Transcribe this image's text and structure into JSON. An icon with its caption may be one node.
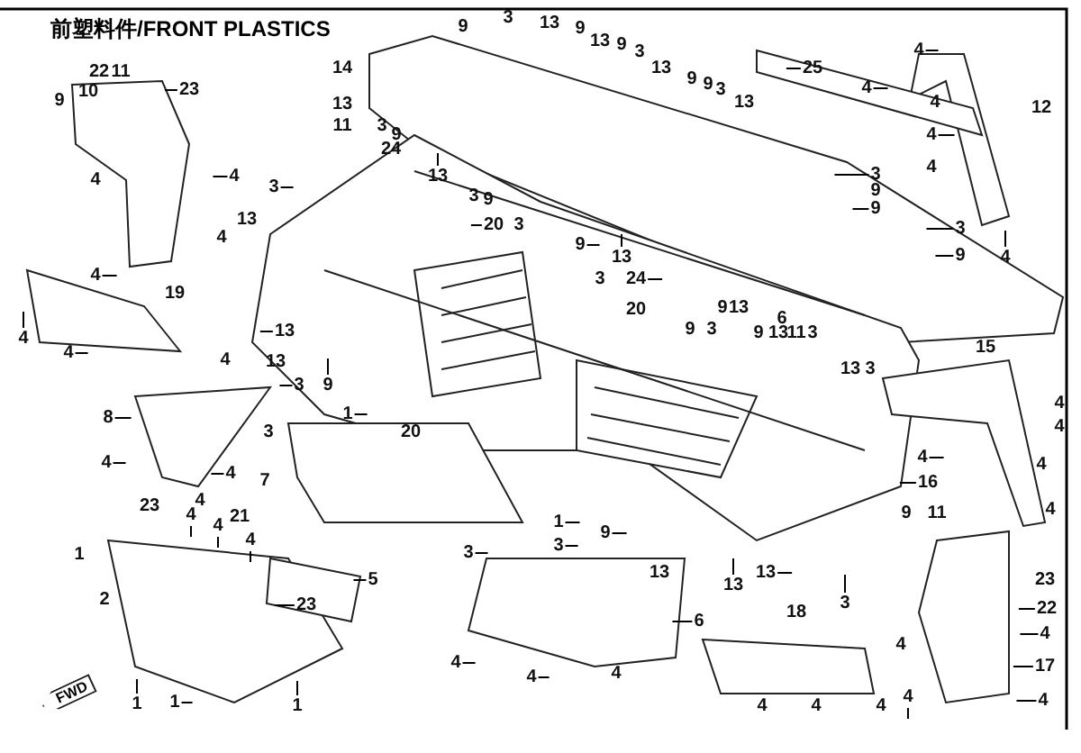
{
  "diagram": {
    "title": "前塑料件/FRONT PLASTICS",
    "nodes": [
      {
        "text": [
          "23"
        ]
      },
      {
        "text": [
          "4"
        ]
      },
      {
        "text": [
          "4"
        ]
      },
      {
        "text": [
          "4"
        ]
      },
      {
        "text": [
          "4"
        ]
      },
      {
        "text": [
          "3"
        ]
      },
      {
        "text": [
          "13"
        ]
      },
      {
        "text": [
          "13"
        ]
      },
      {
        "text": [
          "20"
        ]
      },
      {
        "text": [
          "9"
        ]
      },
      {
        "text": [
          "13"
        ]
      },
      {
        "text": [
          "24"
        ]
      },
      {
        "text": [
          "25"
        ]
      },
      {
        "text": [
          "4"
        ]
      },
      {
        "text": [
          "4"
        ]
      },
      {
        "text": [
          "4"
        ]
      },
      {
        "text": [
          "3"
        ]
      },
      {
        "text": [
          "9"
        ]
      },
      {
        "text": [
          "3"
        ]
      },
      {
        "text": [
          "4"
        ]
      },
      {
        "text": [
          "9"
        ]
      },
      {
        "text": [
          "3"
        ]
      },
      {
        "text": [
          "9"
        ]
      },
      {
        "text": [
          "1"
        ]
      },
      {
        "text": [
          "8"
        ]
      },
      {
        "text": [
          "4"
        ]
      },
      {
        "text": [
          "4"
        ]
      },
      {
        "text": [
          "23"
        ]
      },
      {
        "text": [
          "4"
        ]
      },
      {
        "text": [
          "4"
        ]
      },
      {
        "text": [
          "4"
        ]
      },
      {
        "text": [
          "1"
        ]
      },
      {
        "text": [
          "1"
        ]
      },
      {
        "text": [
          "1"
        ]
      },
      {
        "text": [
          "5"
        ]
      },
      {
        "text": [
          "1"
        ]
      },
      {
        "text": [
          "9"
        ]
      },
      {
        "text": [
          "3"
        ]
      },
      {
        "text": [
          "3"
        ]
      },
      {
        "text": [
          "6"
        ]
      },
      {
        "text": [
          "4"
        ]
      },
      {
        "text": [
          "4"
        ]
      },
      {
        "text": [
          "4"
        ]
      },
      {
        "text": [
          "16"
        ]
      },
      {
        "text": [
          "13"
        ]
      },
      {
        "text": [
          "13"
        ]
      },
      {
        "text": [
          "3"
        ]
      },
      {
        "text": [
          "22"
        ]
      },
      {
        "text": [
          "4"
        ]
      },
      {
        "text": [
          "17"
        ]
      },
      {
        "text": [
          "4"
        ]
      },
      {
        "text": [
          "4"
        ]
      }
    ],
    "edges": [
      {
        "from": 0,
        "to": null,
        "arrow": "none"
      },
      {
        "from": 1,
        "to": null,
        "arrow": "none"
      },
      {
        "from": 2,
        "to": null,
        "arrow": "none"
      },
      {
        "from": 3,
        "to": null,
        "arrow": "none"
      },
      {
        "from": 4,
        "to": null,
        "arrow": "none"
      },
      {
        "from": 5,
        "to": null,
        "arrow": "none"
      },
      {
        "from": 6,
        "to": null,
        "arrow": "none"
      },
      {
        "from": 7,
        "to": null,
        "arrow": "none"
      },
      {
        "from": 8,
        "to": null,
        "arrow": "none"
      },
      {
        "from": 9,
        "to": null,
        "arrow": "none"
      },
      {
        "from": 10,
        "to": null,
        "arrow": "none"
      },
      {
        "from": 11,
        "to": null,
        "arrow": "none"
      },
      {
        "from": 12,
        "to": null,
        "arrow": "none"
      },
      {
        "from": 13,
        "to": null,
        "arrow": "none"
      },
      {
        "from": 14,
        "to": null,
        "arrow": "none"
      },
      {
        "from": 15,
        "to": null,
        "arrow": "none"
      },
      {
        "from": 16,
        "to": null,
        "arrow": "none"
      },
      {
        "from": 17,
        "to": null,
        "arrow": "none"
      },
      {
        "from": 18,
        "to": null,
        "arrow": "none"
      },
      {
        "from": 19,
        "to": null,
        "arrow": "none"
      },
      {
        "from": 20,
        "to": null,
        "arrow": "none"
      },
      {
        "from": 21,
        "to": null,
        "arrow": "none"
      },
      {
        "from": 22,
        "to": null,
        "arrow": "none"
      },
      {
        "from": 23,
        "to": null,
        "arrow": "none"
      },
      {
        "from": 24,
        "to": null,
        "arrow": "none"
      },
      {
        "from": 25,
        "to": null,
        "arrow": "none"
      },
      {
        "from": 26,
        "to": null,
        "arrow": "none"
      },
      {
        "from": 27,
        "to": null,
        "arrow": "none"
      },
      {
        "from": 28,
        "to": null,
        "arrow": "none"
      },
      {
        "from": 29,
        "to": null,
        "arrow": "none"
      },
      {
        "from": 30,
        "to": null,
        "arrow": "none"
      },
      {
        "from": 31,
        "to": null,
        "arrow": "none"
      },
      {
        "from": 32,
        "to": null,
        "arrow": "none"
      },
      {
        "from": 33,
        "to": null,
        "arrow": "none"
      },
      {
        "from": 34,
        "to": null,
        "arrow": "none"
      },
      {
        "from": 35,
        "to": null,
        "arrow": "none"
      },
      {
        "from": 36,
        "to": null,
        "arrow": "none"
      },
      {
        "from": 37,
        "to": null,
        "arrow": "none"
      },
      {
        "from": 38,
        "to": null,
        "arrow": "none"
      },
      {
        "from": 39,
        "to": null,
        "arrow": "none"
      },
      {
        "from": 40,
        "to": null,
        "arrow": "none"
      },
      {
        "from": 41,
        "to": null,
        "arrow": "none"
      },
      {
        "from": 42,
        "to": null,
        "arrow": "none"
      },
      {
        "from": 43,
        "to": null,
        "arrow": "none"
      },
      {
        "from": 44,
        "to": null,
        "arrow": "none"
      },
      {
        "from": 45,
        "to": null,
        "arrow": "none"
      },
      {
        "from": 46,
        "to": null,
        "arrow": "none"
      },
      {
        "from": 47,
        "to": null,
        "arrow": "none"
      },
      {
        "from": 48,
        "to": null,
        "arrow": "none"
      },
      {
        "from": 49,
        "to": null,
        "arrow": "none"
      },
      {
        "from": 50,
        "to": null,
        "arrow": "none"
      },
      {
        "from": 51,
        "to": null,
        "arrow": "none"
      }
    ],
    "labels": [
      "22",
      "11",
      "9",
      "10",
      "4",
      "4",
      "19",
      "14",
      "13",
      "11",
      "13",
      "4",
      "13",
      "3",
      "9",
      "13",
      "9",
      "13",
      "9",
      "3",
      "13",
      "9",
      "9",
      "3",
      "3",
      "9",
      "24",
      "3",
      "9",
      "3",
      "3",
      "20",
      "9",
      "3",
      "13",
      "4",
      "12",
      "4",
      "9",
      "9",
      "13",
      "6",
      "9",
      "13",
      "11",
      "3",
      "15",
      "13",
      "3",
      "3",
      "7",
      "23",
      "4",
      "21",
      "1",
      "2",
      "20",
      "13",
      "4",
      "4",
      "4",
      "4",
      "9",
      "11",
      "4",
      "18",
      "23",
      "4",
      "4",
      "4",
      "4",
      "FWD"
    ]
  }
}
